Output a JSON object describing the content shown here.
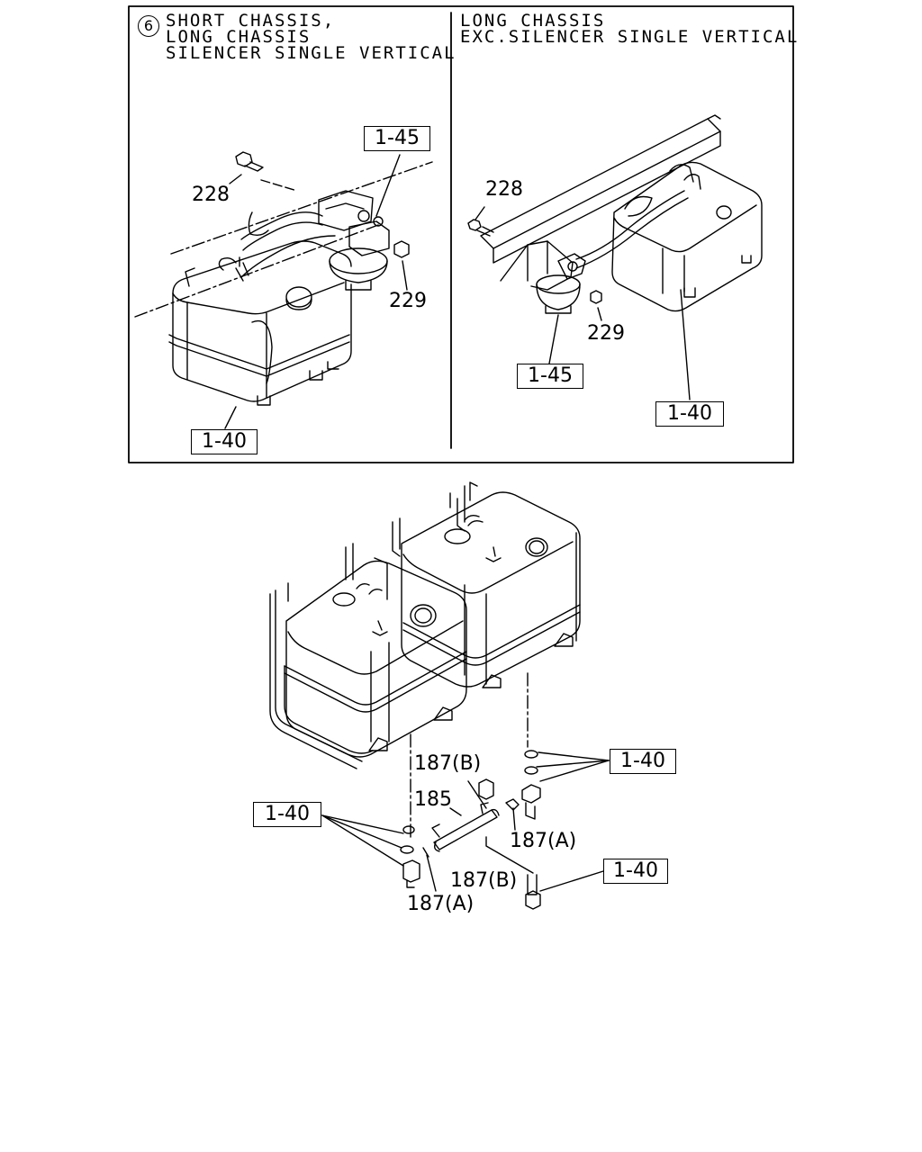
{
  "inset": {
    "section_number": "6",
    "left_panel": {
      "heading": [
        "SHORT CHASSIS,",
        "LONG CHASSIS",
        "SILENCER SINGLE VERTICAL"
      ],
      "callouts": {
        "bolt": "228",
        "nut": "229",
        "filter": "1-45",
        "tank": "1-40"
      }
    },
    "right_panel": {
      "heading": [
        "LONG CHASSIS",
        "EXC.SILENCER SINGLE VERTICAL"
      ],
      "callouts": {
        "bolt": "228",
        "nut": "229",
        "filter": "1-45",
        "tank": "1-40"
      }
    }
  },
  "main": {
    "callouts": {
      "ref_right": "1-40",
      "ref_left": "1-40",
      "ref_bottom": "1-40",
      "part_187b_top": "187(B)",
      "part_185": "185",
      "part_187a_right": "187(A)",
      "part_187b_bottom": "187(B)",
      "part_187a_bottom": "187(A)"
    }
  }
}
